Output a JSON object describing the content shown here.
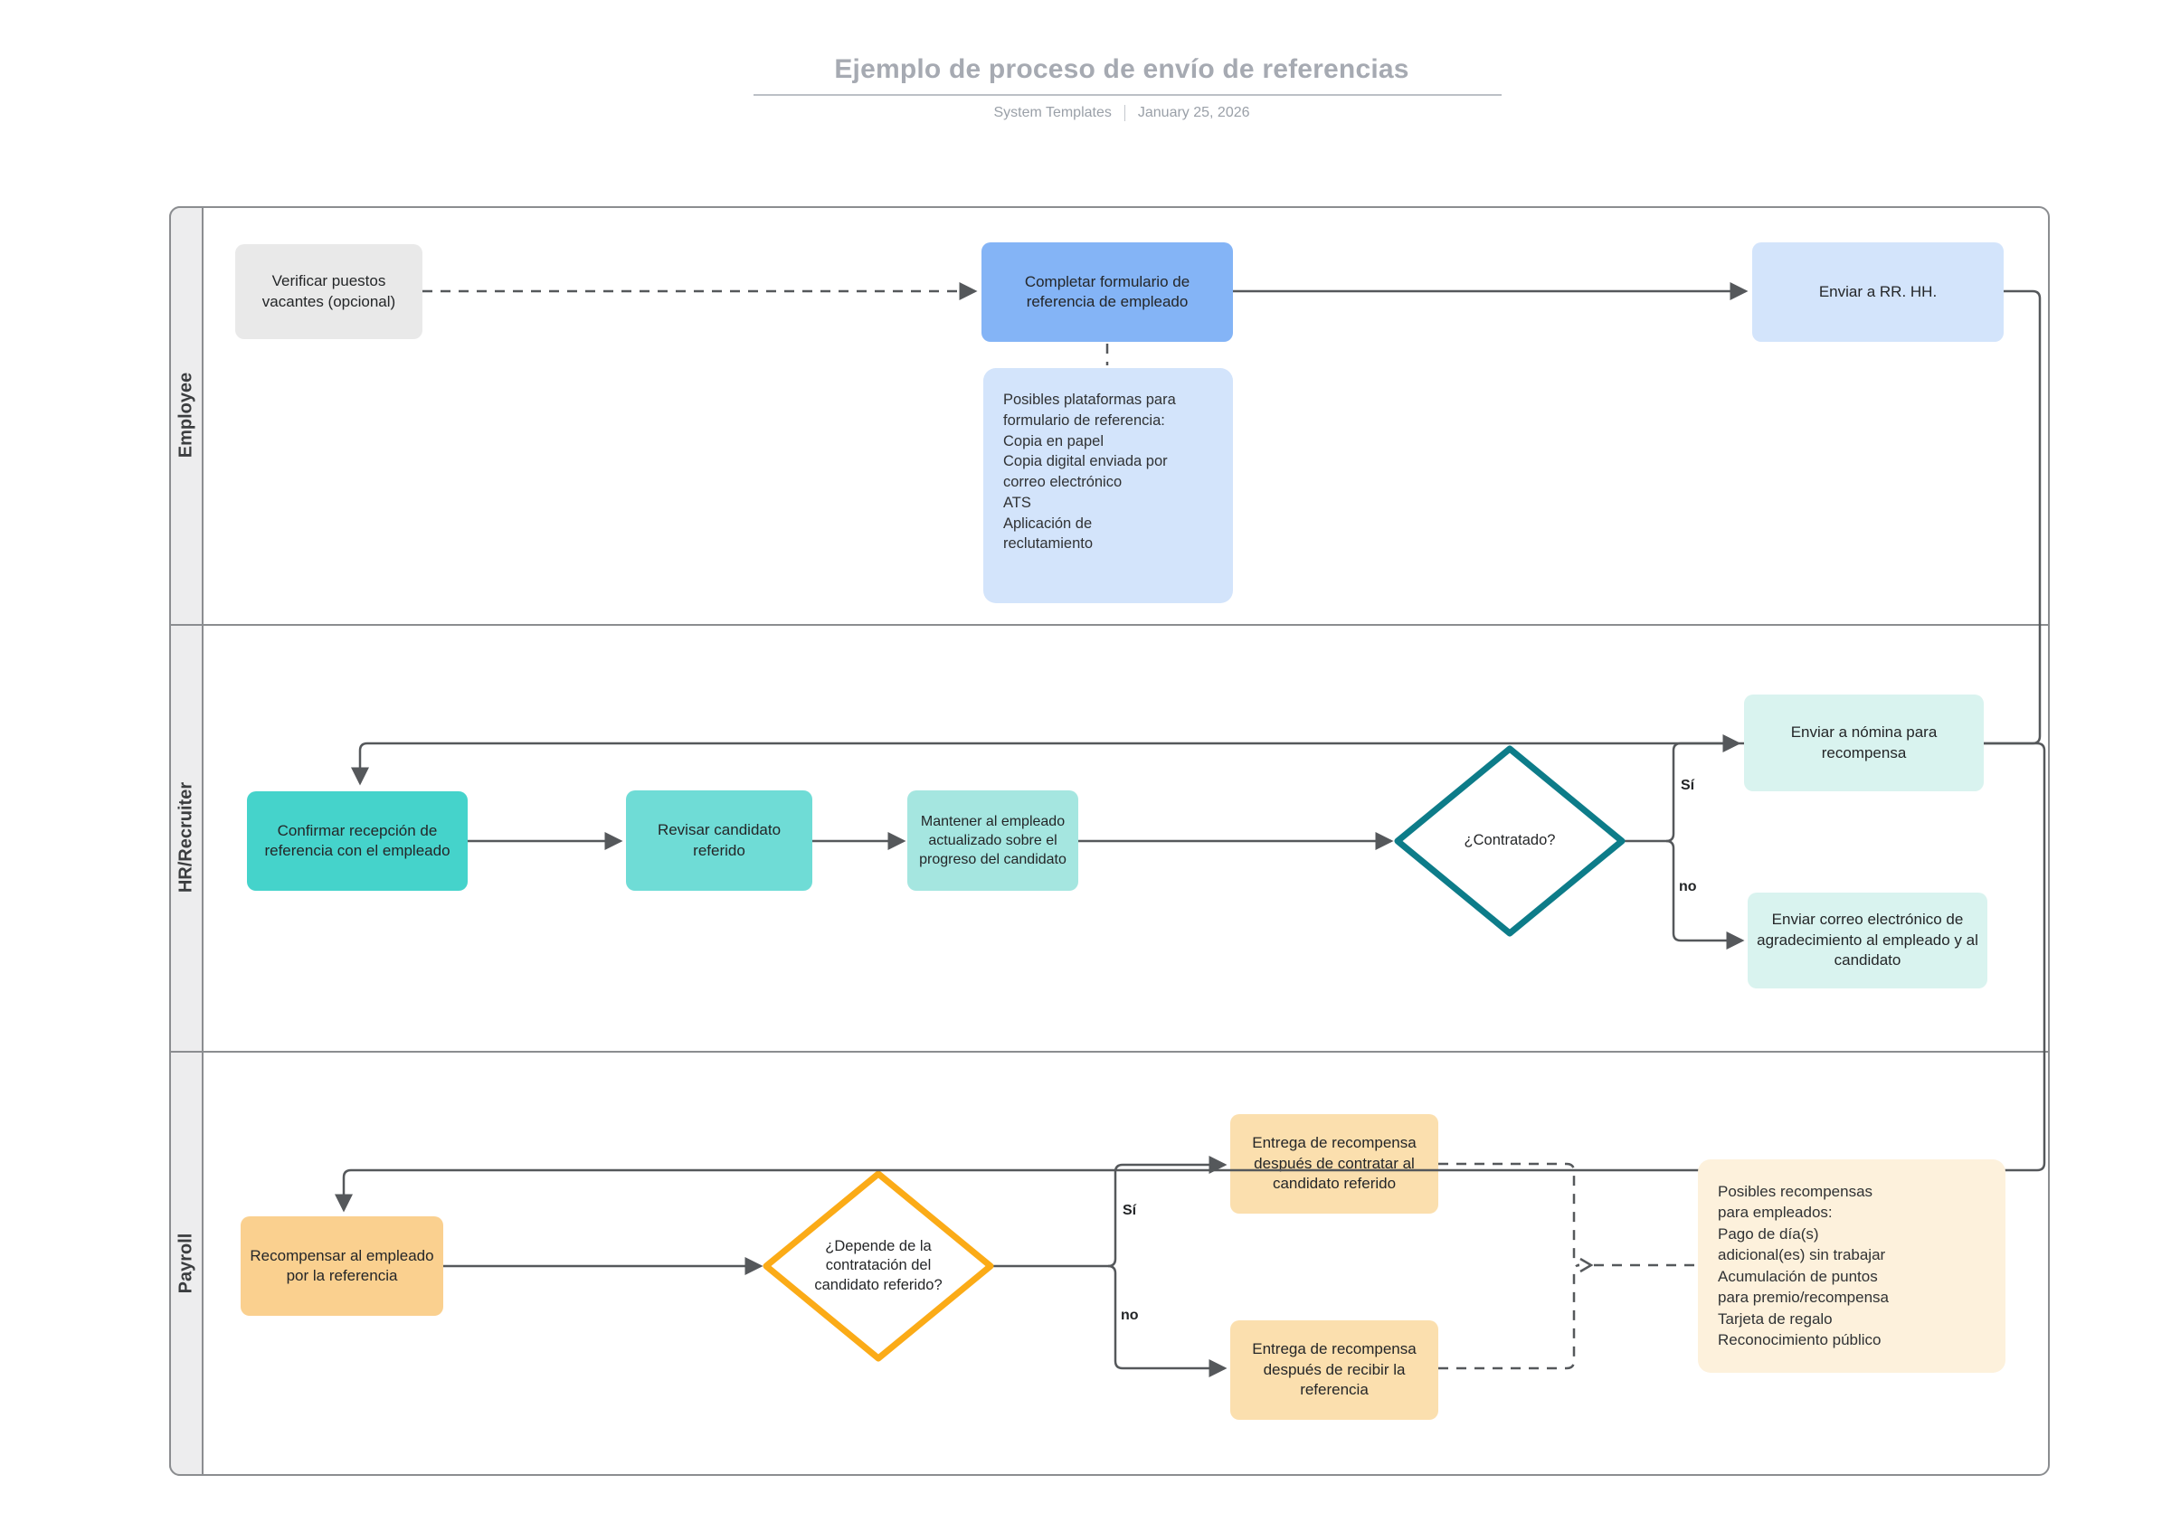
{
  "header": {
    "title": "Ejemplo de proceso de envío de referencias",
    "source": "System Templates",
    "date": "January 25, 2026"
  },
  "lanes": [
    {
      "label": "Employee"
    },
    {
      "label": "HR/Recruiter"
    },
    {
      "label": "Payroll"
    }
  ],
  "nodes": {
    "verificar": "Verificar puestos vacantes (opcional)",
    "completar": "Completar formulario de referencia de empleado",
    "enviar_rrhh": "Enviar a RR. HH.",
    "nota_empleado": "Posibles plataformas para\nformulario de referencia:\nCopia en papel\nCopia digital enviada por\ncorreo electrónico\nATS\nAplicación de\nreclutamiento",
    "confirmar": "Confirmar recepción de referencia con el empleado",
    "revisar": "Revisar candidato referido",
    "mantener": "Mantener al empleado actualizado sobre el progreso del candidato",
    "contratado": "¿Contratado?",
    "enviar_nomina": "Enviar a nómina para recompensa",
    "enviar_correo": "Enviar correo electrónico de agradecimiento al empleado y al candidato",
    "recompensar": "Recompensar al empleado por la referencia",
    "depende": "¿Depende de la contratación del candidato referido?",
    "entrega_contratar": "Entrega de recompensa después de contratar al candidato referido",
    "entrega_recibir": "Entrega de recompensa después de recibir la referencia",
    "nota_payroll": "Posibles recompensas\npara empleados:\nPago de día(s)\nadicional(es) sin trabajar\nAcumulación de puntos\npara premio/recompensa\nTarjeta de regalo\nReconocimiento público"
  },
  "edge_labels": {
    "hr_si": "Sí",
    "hr_no": "no",
    "pr_si": "Sí",
    "pr_no": "no"
  },
  "colors": {
    "process_gray": "#e9e9e9",
    "process_blue": "#84b4f6",
    "note_blue": "#d3e4fb",
    "teal_dark": "#45d3cb",
    "teal_mid": "#6fdcd6",
    "teal_light": "#a5e6e0",
    "teal_pale": "#d9f3ef",
    "diamond_teal_stroke": "#0d7c89",
    "orange_strong": "#fad08f",
    "orange_light": "#fbdfae",
    "note_orange": "#fdf1dc",
    "diamond_orange_stroke": "#fbab17",
    "line_gray": "#55585b"
  }
}
